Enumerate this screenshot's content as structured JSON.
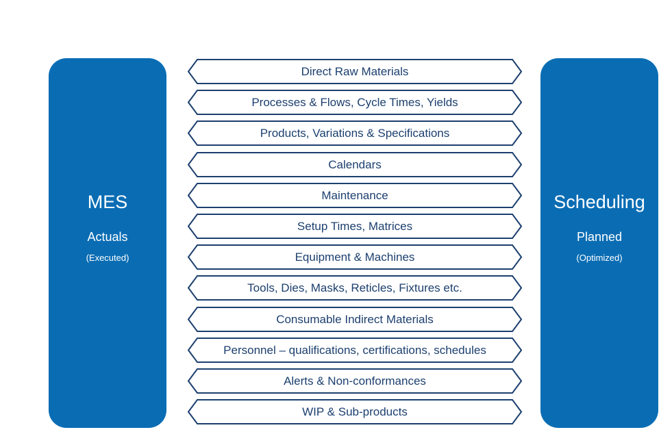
{
  "colors": {
    "panel": "#0a6db4",
    "arrow_stroke": "#1c3f6e",
    "arrow_text": "#1c3f6e"
  },
  "left_panel": {
    "title": "MES",
    "subtitle": "Actuals",
    "note": "(Executed)"
  },
  "right_panel": {
    "title": "Scheduling",
    "subtitle": "Planned",
    "note": "(Optimized)"
  },
  "flows": [
    "Direct Raw Materials",
    "Processes & Flows, Cycle Times, Yields",
    "Products, Variations & Specifications",
    "Calendars",
    "Maintenance",
    "Setup Times, Matrices",
    "Equipment & Machines",
    "Tools, Dies, Masks, Reticles, Fixtures etc.",
    "Consumable Indirect Materials",
    "Personnel – qualifications, certifications, schedules",
    "Alerts & Non-conformances",
    "WIP & Sub-products"
  ]
}
